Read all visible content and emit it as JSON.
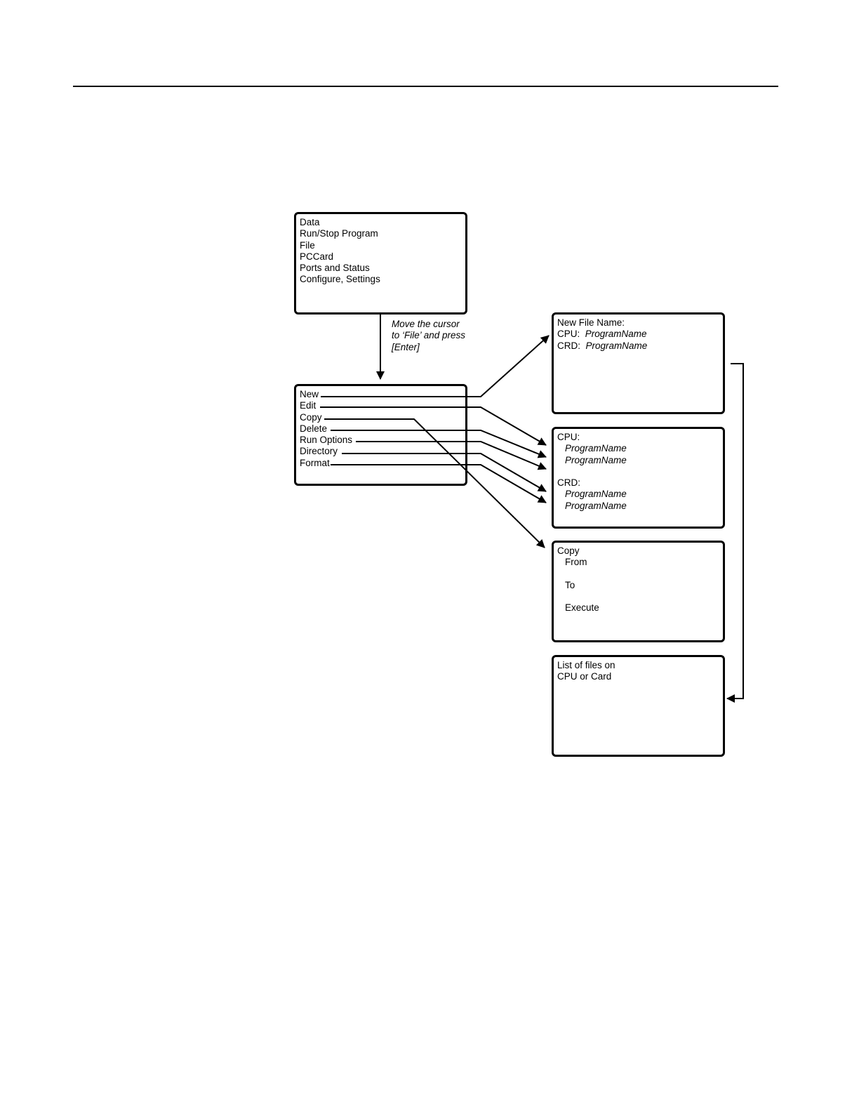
{
  "main_menu": {
    "items": [
      "Data",
      "Run/Stop Program",
      "File",
      "PCCard",
      "Ports and Status",
      "Configure, Settings"
    ]
  },
  "instruction": {
    "lines": [
      "Move the cursor",
      "to ‘File’ and press",
      "[Enter]"
    ]
  },
  "file_menu": {
    "items": [
      "New",
      "Edit",
      "Copy",
      "Delete",
      "Run Options",
      "Directory",
      "Format"
    ]
  },
  "new_screen": {
    "title": "New File Name:",
    "cpu_label": "CPU:",
    "cpu_value": "ProgramName",
    "crd_label": "CRD:",
    "crd_value": "ProgramName"
  },
  "dir_screen": {
    "cpu_label": "CPU:",
    "cpu_files": [
      "ProgramName",
      "ProgramName"
    ],
    "crd_label": "CRD:",
    "crd_files": [
      "ProgramName",
      "ProgramName"
    ]
  },
  "copy_screen": {
    "title": "Copy",
    "from_label": "From",
    "to_label": "To",
    "execute_label": "Execute"
  },
  "list_screen": {
    "lines": [
      "List of files on",
      "CPU or Card"
    ]
  }
}
